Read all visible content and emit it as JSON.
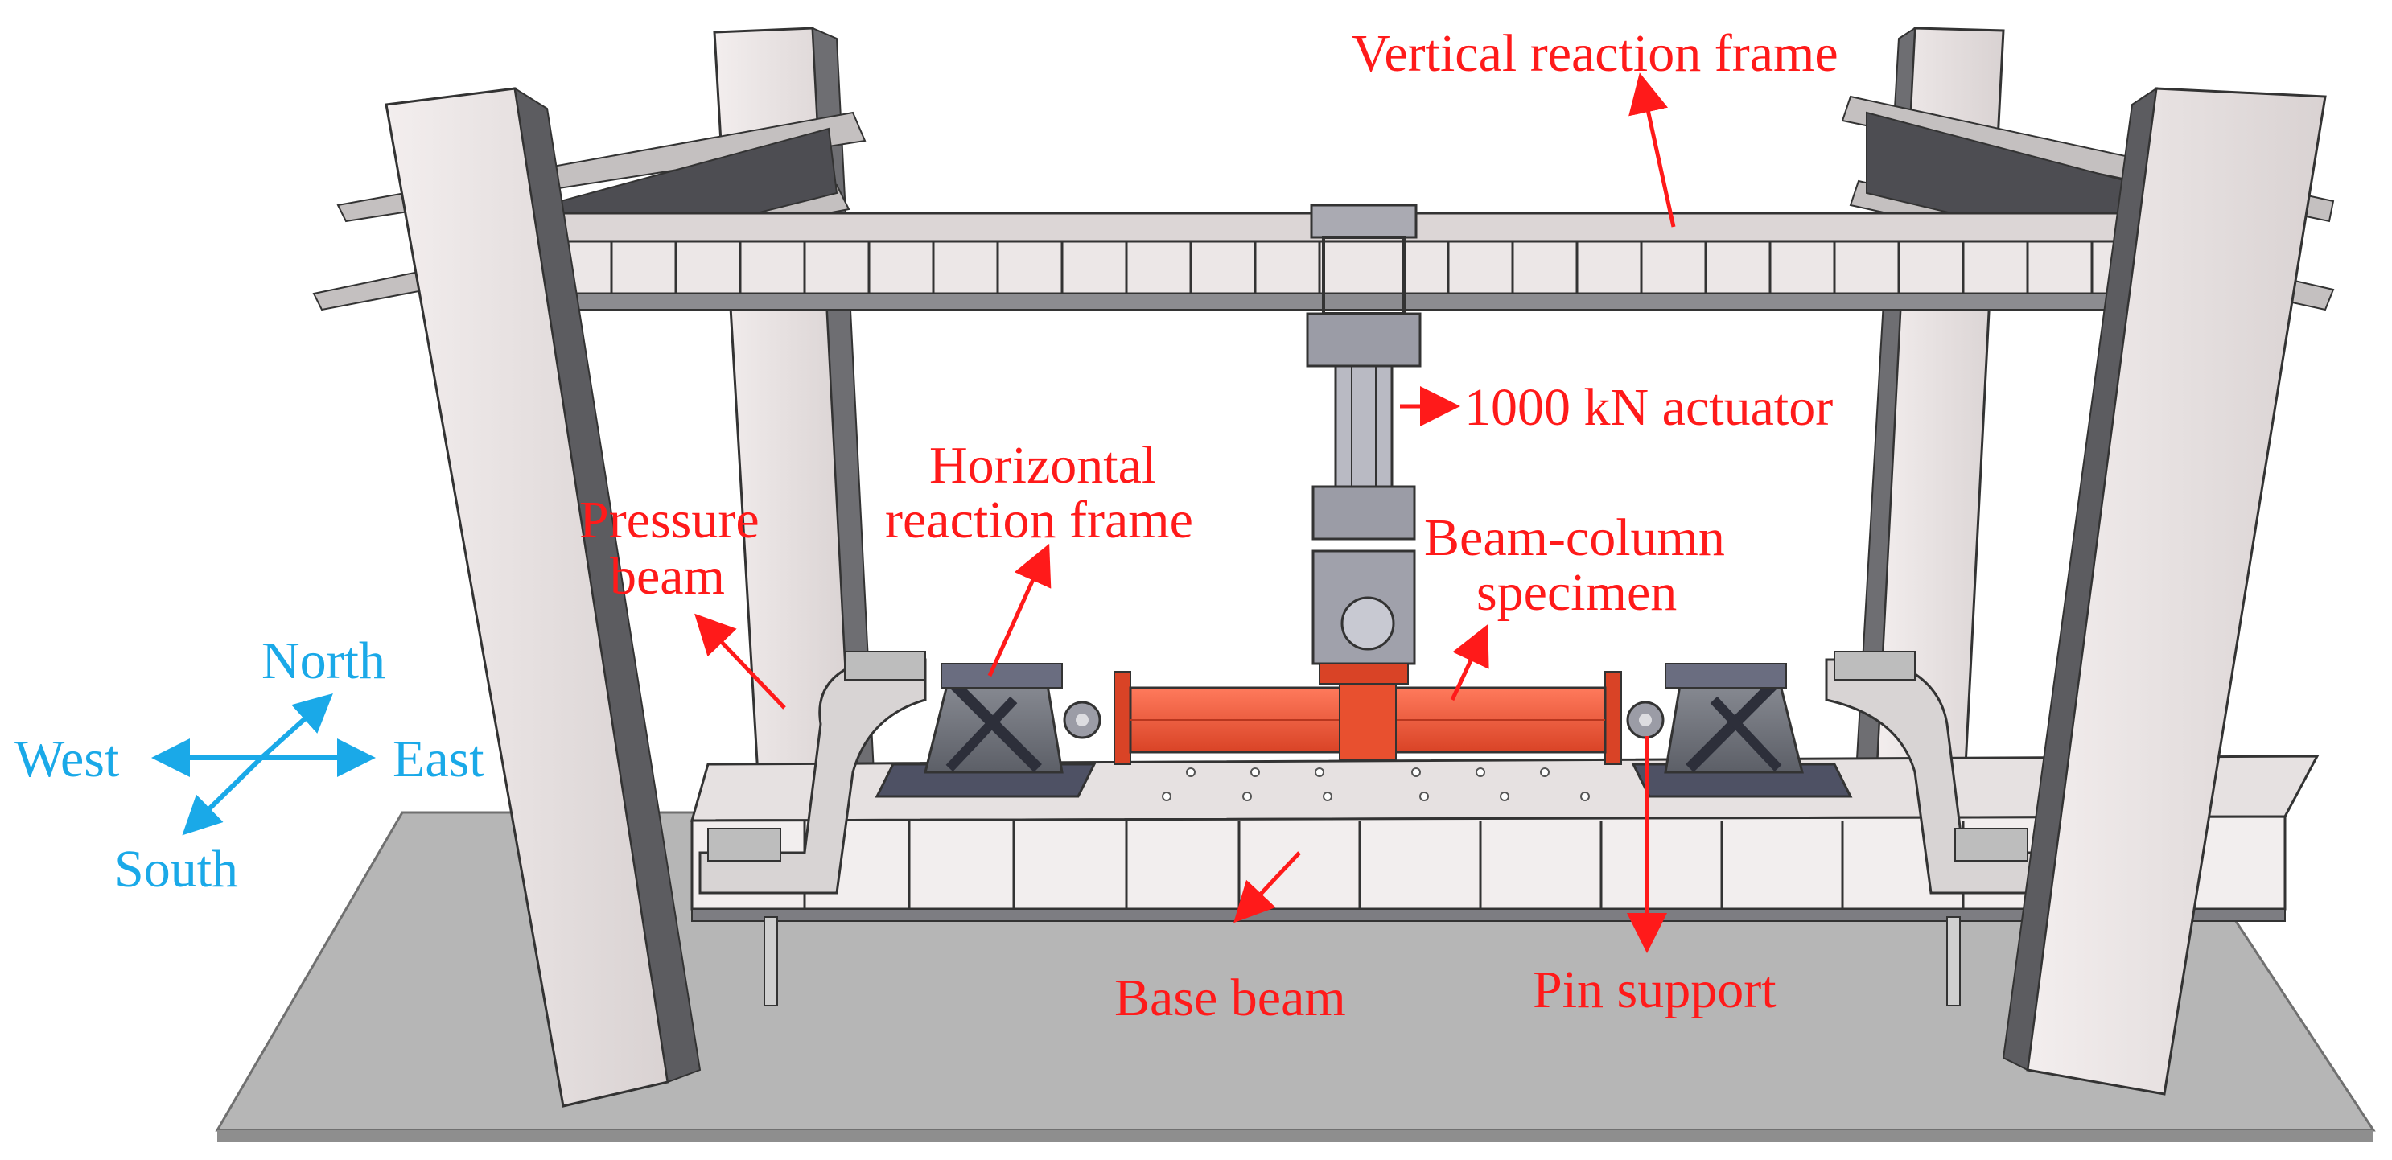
{
  "labels": {
    "vertical_frame": "Vertical reaction frame",
    "actuator": "1000 kN actuator",
    "horizontal_frame_1": "Horizontal",
    "horizontal_frame_2": "reaction frame",
    "pressure_beam_1": "Pressure",
    "pressure_beam_2": "beam",
    "specimen_1": "Beam-column",
    "specimen_2": "specimen",
    "base_beam": "Base beam",
    "pin_support": "Pin support"
  },
  "compass": {
    "north": "North",
    "south": "South",
    "west": "West",
    "east": "East"
  },
  "colors": {
    "annotation": "#ff1a1a",
    "compass": "#1aa9e8",
    "specimen": "#f05a3c",
    "steel_light": "#e7e1e1",
    "steel_dark": "#4a4a4f",
    "support": "#5b5e72",
    "floor": "#b4b4b4"
  }
}
